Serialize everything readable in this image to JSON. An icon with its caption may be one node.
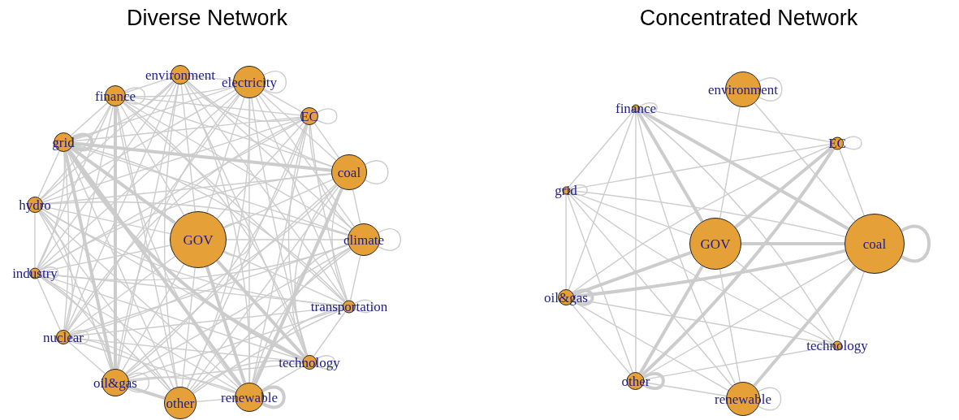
{
  "diagram": {
    "nodes": [
      {
        "text": [
          "environment"
        ]
      },
      {
        "text": [
          "electricity"
        ]
      },
      {
        "text": [
          "finance"
        ]
      },
      {
        "text": [
          "EC"
        ]
      },
      {
        "text": [
          "grid"
        ]
      },
      {
        "text": [
          "coal"
        ]
      },
      {
        "text": [
          "hydro"
        ]
      },
      {
        "text": [
          "GOV"
        ]
      },
      {
        "text": [
          "climate"
        ]
      },
      {
        "text": [
          "industry"
        ]
      },
      {
        "text": [
          "transportation"
        ]
      },
      {
        "text": [
          "nuclear"
        ]
      },
      {
        "text": [
          "technology"
        ]
      },
      {
        "text": [
          "oil&gas"
        ]
      },
      {
        "text": [
          "renewable"
        ]
      },
      {
        "text": [
          "other"
        ]
      },
      {
        "text": [
          "environment"
        ]
      },
      {
        "text": [
          "finance"
        ]
      },
      {
        "text": [
          "EC"
        ]
      },
      {
        "text": [
          "grid"
        ]
      },
      {
        "text": [
          "GOV"
        ]
      },
      {
        "text": [
          "coal"
        ]
      },
      {
        "text": [
          "oil&gas"
        ]
      },
      {
        "text": [
          "technology"
        ]
      },
      {
        "text": [
          "other"
        ]
      },
      {
        "text": [
          "renewable"
        ]
      }
    ],
    "edges": [
      {
        "from": 0,
        "to": 1,
        "arrow": "none"
      },
      {
        "from": 0,
        "to": 2,
        "arrow": "none"
      },
      {
        "from": 0,
        "to": 3,
        "arrow": "none"
      },
      {
        "from": 0,
        "to": 4,
        "arrow": "none"
      },
      {
        "from": 0,
        "to": 5,
        "arrow": "none"
      },
      {
        "from": 0,
        "to": 6,
        "arrow": "none"
      },
      {
        "from": 0,
        "to": 7,
        "arrow": "none"
      },
      {
        "from": 0,
        "to": 8,
        "arrow": "none"
      },
      {
        "from": 0,
        "to": 9,
        "arrow": "none"
      },
      {
        "from": 0,
        "to": 10,
        "arrow": "none"
      },
      {
        "from": 0,
        "to": 11,
        "arrow": "none"
      },
      {
        "from": 0,
        "to": 12,
        "arrow": "none"
      },
      {
        "from": 0,
        "to": 13,
        "arrow": "none"
      },
      {
        "from": 0,
        "to": 14,
        "arrow": "none"
      },
      {
        "from": 0,
        "to": 15,
        "arrow": "none"
      },
      {
        "from": 1,
        "to": 2,
        "arrow": "none"
      },
      {
        "from": 1,
        "to": 3,
        "arrow": "none"
      },
      {
        "from": 1,
        "to": 4,
        "arrow": "none"
      },
      {
        "from": 1,
        "to": 5,
        "arrow": "none"
      },
      {
        "from": 1,
        "to": 6,
        "arrow": "none"
      },
      {
        "from": 1,
        "to": 7,
        "arrow": "none"
      },
      {
        "from": 1,
        "to": 8,
        "arrow": "none"
      },
      {
        "from": 1,
        "to": 9,
        "arrow": "none"
      },
      {
        "from": 1,
        "to": 10,
        "arrow": "none"
      },
      {
        "from": 1,
        "to": 11,
        "arrow": "none"
      },
      {
        "from": 1,
        "to": 12,
        "arrow": "none"
      },
      {
        "from": 1,
        "to": 13,
        "arrow": "none"
      },
      {
        "from": 1,
        "to": 14,
        "arrow": "none"
      },
      {
        "from": 1,
        "to": 15,
        "arrow": "none"
      },
      {
        "from": 2,
        "to": 3,
        "arrow": "none"
      },
      {
        "from": 2,
        "to": 4,
        "arrow": "none"
      },
      {
        "from": 2,
        "to": 5,
        "arrow": "none"
      },
      {
        "from": 2,
        "to": 6,
        "arrow": "none"
      },
      {
        "from": 2,
        "to": 7,
        "arrow": "none"
      },
      {
        "from": 2,
        "to": 8,
        "arrow": "none"
      },
      {
        "from": 2,
        "to": 9,
        "arrow": "none"
      },
      {
        "from": 2,
        "to": 10,
        "arrow": "none"
      },
      {
        "from": 2,
        "to": 11,
        "arrow": "none"
      },
      {
        "from": 2,
        "to": 12,
        "arrow": "none"
      },
      {
        "from": 2,
        "to": 13,
        "arrow": "none",
        "style": "thick"
      },
      {
        "from": 2,
        "to": 14,
        "arrow": "none"
      },
      {
        "from": 2,
        "to": 15,
        "arrow": "none"
      },
      {
        "from": 3,
        "to": 4,
        "arrow": "none"
      },
      {
        "from": 3,
        "to": 5,
        "arrow": "none"
      },
      {
        "from": 3,
        "to": 6,
        "arrow": "none"
      },
      {
        "from": 3,
        "to": 7,
        "arrow": "none"
      },
      {
        "from": 3,
        "to": 8,
        "arrow": "none"
      },
      {
        "from": 3,
        "to": 9,
        "arrow": "none"
      },
      {
        "from": 3,
        "to": 10,
        "arrow": "none"
      },
      {
        "from": 3,
        "to": 11,
        "arrow": "none"
      },
      {
        "from": 3,
        "to": 12,
        "arrow": "none"
      },
      {
        "from": 3,
        "to": 13,
        "arrow": "none"
      },
      {
        "from": 3,
        "to": 14,
        "arrow": "none"
      },
      {
        "from": 3,
        "to": 15,
        "arrow": "none"
      },
      {
        "from": 4,
        "to": 5,
        "arrow": "none",
        "style": "thick"
      },
      {
        "from": 4,
        "to": 6,
        "arrow": "none"
      },
      {
        "from": 4,
        "to": 7,
        "arrow": "none",
        "style": "thick"
      },
      {
        "from": 4,
        "to": 8,
        "arrow": "none"
      },
      {
        "from": 4,
        "to": 9,
        "arrow": "none"
      },
      {
        "from": 4,
        "to": 10,
        "arrow": "none"
      },
      {
        "from": 4,
        "to": 11,
        "arrow": "none"
      },
      {
        "from": 4,
        "to": 12,
        "arrow": "none",
        "style": "thick"
      },
      {
        "from": 4,
        "to": 13,
        "arrow": "none",
        "style": "thick"
      },
      {
        "from": 4,
        "to": 14,
        "arrow": "none",
        "style": "thick"
      },
      {
        "from": 4,
        "to": 15,
        "arrow": "none"
      },
      {
        "from": 5,
        "to": 6,
        "arrow": "none"
      },
      {
        "from": 5,
        "to": 7,
        "arrow": "none"
      },
      {
        "from": 5,
        "to": 8,
        "arrow": "none"
      },
      {
        "from": 5,
        "to": 9,
        "arrow": "none"
      },
      {
        "from": 5,
        "to": 10,
        "arrow": "none"
      },
      {
        "from": 5,
        "to": 11,
        "arrow": "none"
      },
      {
        "from": 5,
        "to": 12,
        "arrow": "none"
      },
      {
        "from": 5,
        "to": 13,
        "arrow": "none"
      },
      {
        "from": 5,
        "to": 14,
        "arrow": "none",
        "style": "thick"
      },
      {
        "from": 5,
        "to": 15,
        "arrow": "none"
      },
      {
        "from": 6,
        "to": 7,
        "arrow": "none"
      },
      {
        "from": 6,
        "to": 8,
        "arrow": "none"
      },
      {
        "from": 6,
        "to": 9,
        "arrow": "none"
      },
      {
        "from": 6,
        "to": 10,
        "arrow": "none"
      },
      {
        "from": 6,
        "to": 11,
        "arrow": "none"
      },
      {
        "from": 6,
        "to": 12,
        "arrow": "none"
      },
      {
        "from": 6,
        "to": 13,
        "arrow": "none"
      },
      {
        "from": 6,
        "to": 14,
        "arrow": "none"
      },
      {
        "from": 6,
        "to": 15,
        "arrow": "none"
      },
      {
        "from": 7,
        "to": 8,
        "arrow": "none"
      },
      {
        "from": 7,
        "to": 9,
        "arrow": "none"
      },
      {
        "from": 7,
        "to": 10,
        "arrow": "none"
      },
      {
        "from": 7,
        "to": 11,
        "arrow": "none"
      },
      {
        "from": 7,
        "to": 12,
        "arrow": "none",
        "style": "thick"
      },
      {
        "from": 7,
        "to": 13,
        "arrow": "none"
      },
      {
        "from": 7,
        "to": 14,
        "arrow": "none",
        "style": "thick"
      },
      {
        "from": 7,
        "to": 15,
        "arrow": "none"
      },
      {
        "from": 8,
        "to": 9,
        "arrow": "none"
      },
      {
        "from": 8,
        "to": 10,
        "arrow": "none"
      },
      {
        "from": 8,
        "to": 11,
        "arrow": "none"
      },
      {
        "from": 8,
        "to": 12,
        "arrow": "none"
      },
      {
        "from": 8,
        "to": 13,
        "arrow": "none"
      },
      {
        "from": 8,
        "to": 14,
        "arrow": "none"
      },
      {
        "from": 8,
        "to": 15,
        "arrow": "none"
      },
      {
        "from": 9,
        "to": 10,
        "arrow": "none"
      },
      {
        "from": 9,
        "to": 11,
        "arrow": "none"
      },
      {
        "from": 9,
        "to": 12,
        "arrow": "none"
      },
      {
        "from": 9,
        "to": 13,
        "arrow": "none"
      },
      {
        "from": 9,
        "to": 14,
        "arrow": "none"
      },
      {
        "from": 9,
        "to": 15,
        "arrow": "none"
      },
      {
        "from": 10,
        "to": 11,
        "arrow": "none"
      },
      {
        "from": 10,
        "to": 12,
        "arrow": "none"
      },
      {
        "from": 10,
        "to": 13,
        "arrow": "none"
      },
      {
        "from": 10,
        "to": 14,
        "arrow": "none"
      },
      {
        "from": 10,
        "to": 15,
        "arrow": "none"
      },
      {
        "from": 11,
        "to": 12,
        "arrow": "none"
      },
      {
        "from": 11,
        "to": 13,
        "arrow": "none"
      },
      {
        "from": 11,
        "to": 14,
        "arrow": "none"
      },
      {
        "from": 11,
        "to": 15,
        "arrow": "none"
      },
      {
        "from": 12,
        "to": 13,
        "arrow": "none"
      },
      {
        "from": 12,
        "to": 14,
        "arrow": "none"
      },
      {
        "from": 12,
        "to": 15,
        "arrow": "none"
      },
      {
        "from": 13,
        "to": 14,
        "arrow": "none"
      },
      {
        "from": 13,
        "to": 15,
        "arrow": "none",
        "style": "thick"
      },
      {
        "from": 14,
        "to": 15,
        "arrow": "none"
      },
      {
        "from": 1,
        "to": 1,
        "arrow": "none"
      },
      {
        "from": 2,
        "to": 2,
        "arrow": "none"
      },
      {
        "from": 3,
        "to": 3,
        "arrow": "none"
      },
      {
        "from": 4,
        "to": 4,
        "arrow": "none",
        "style": "thick"
      },
      {
        "from": 5,
        "to": 5,
        "arrow": "none"
      },
      {
        "from": 7,
        "to": 7,
        "arrow": "none"
      },
      {
        "from": 8,
        "to": 8,
        "arrow": "none"
      },
      {
        "from": 9,
        "to": 9,
        "arrow": "none"
      },
      {
        "from": 10,
        "to": 10,
        "arrow": "none"
      },
      {
        "from": 11,
        "to": 11,
        "arrow": "none"
      },
      {
        "from": 12,
        "to": 12,
        "arrow": "none"
      },
      {
        "from": 13,
        "to": 13,
        "arrow": "none"
      },
      {
        "from": 14,
        "to": 14,
        "arrow": "none",
        "style": "thick"
      },
      {
        "from": 17,
        "to": 18,
        "arrow": "none"
      },
      {
        "from": 17,
        "to": 19,
        "arrow": "none"
      },
      {
        "from": 17,
        "to": 22,
        "arrow": "none"
      },
      {
        "from": 17,
        "to": 24,
        "arrow": "none"
      },
      {
        "from": 17,
        "to": 20,
        "arrow": "none",
        "style": "thick"
      },
      {
        "from": 17,
        "to": 21,
        "arrow": "none",
        "style": "thick"
      },
      {
        "from": 17,
        "to": 25,
        "arrow": "none"
      },
      {
        "from": 17,
        "to": 23,
        "arrow": "none"
      },
      {
        "from": 16,
        "to": 20,
        "arrow": "none"
      },
      {
        "from": 16,
        "to": 21,
        "arrow": "none"
      },
      {
        "from": 18,
        "to": 19,
        "arrow": "none"
      },
      {
        "from": 18,
        "to": 20,
        "arrow": "none",
        "style": "thick"
      },
      {
        "from": 18,
        "to": 21,
        "arrow": "none"
      },
      {
        "from": 18,
        "to": 22,
        "arrow": "none"
      },
      {
        "from": 18,
        "to": 24,
        "arrow": "none",
        "style": "thick"
      },
      {
        "from": 19,
        "to": 22,
        "arrow": "none"
      },
      {
        "from": 19,
        "to": 20,
        "arrow": "none"
      },
      {
        "from": 19,
        "to": 21,
        "arrow": "none"
      },
      {
        "from": 19,
        "to": 24,
        "arrow": "none"
      },
      {
        "from": 19,
        "to": 25,
        "arrow": "none"
      },
      {
        "from": 19,
        "to": 23,
        "arrow": "none"
      },
      {
        "from": 20,
        "to": 21,
        "arrow": "none",
        "style": "thick"
      },
      {
        "from": 20,
        "to": 22,
        "arrow": "none",
        "style": "thick"
      },
      {
        "from": 20,
        "to": 24,
        "arrow": "none",
        "style": "thick"
      },
      {
        "from": 20,
        "to": 25,
        "arrow": "none"
      },
      {
        "from": 20,
        "to": 23,
        "arrow": "none"
      },
      {
        "from": 21,
        "to": 22,
        "arrow": "none",
        "style": "thick"
      },
      {
        "from": 21,
        "to": 24,
        "arrow": "none"
      },
      {
        "from": 21,
        "to": 25,
        "arrow": "none",
        "style": "thick"
      },
      {
        "from": 21,
        "to": 23,
        "arrow": "none"
      },
      {
        "from": 22,
        "to": 24,
        "arrow": "none"
      },
      {
        "from": 22,
        "to": 25,
        "arrow": "none"
      },
      {
        "from": 22,
        "to": 23,
        "arrow": "none"
      },
      {
        "from": 24,
        "to": 23,
        "arrow": "none"
      },
      {
        "from": 24,
        "to": 25,
        "arrow": "none"
      },
      {
        "from": 16,
        "to": 16,
        "arrow": "none"
      },
      {
        "from": 17,
        "to": 17,
        "arrow": "none"
      },
      {
        "from": 18,
        "to": 18,
        "arrow": "none"
      },
      {
        "from": 19,
        "to": 19,
        "arrow": "none"
      },
      {
        "from": 21,
        "to": 21,
        "arrow": "none",
        "style": "thick"
      },
      {
        "from": 22,
        "to": 22,
        "arrow": "none",
        "style": "thick"
      },
      {
        "from": 24,
        "to": 24,
        "arrow": "none",
        "style": "thick"
      },
      {
        "from": 25,
        "to": 25,
        "arrow": "none"
      }
    ],
    "labels": [
      "Diverse Network",
      "Concentrated Network"
    ]
  }
}
